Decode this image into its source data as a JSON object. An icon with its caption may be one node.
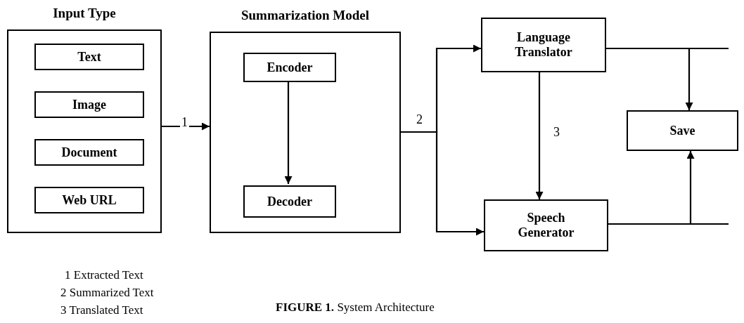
{
  "diagram": {
    "caption": "**FIGURE 1.** System Architecture",
    "nodes": [
      {
        "text": [
          "Input Type"
        ]
      },
      {
        "text": [
          "Text"
        ],
        "in": 0
      },
      {
        "text": [
          "Image"
        ],
        "in": 0
      },
      {
        "text": [
          "Document"
        ],
        "in": 0
      },
      {
        "text": [
          "Web URL"
        ],
        "in": 0
      },
      {
        "text": [
          "Summarization Model"
        ]
      },
      {
        "text": [
          "Encoder"
        ],
        "in": 5
      },
      {
        "text": [
          "Decoder"
        ],
        "in": 5
      },
      {
        "text": [
          "Language Translator"
        ]
      },
      {
        "text": [
          "Speech Generator"
        ]
      },
      {
        "text": [
          "Save"
        ]
      }
    ],
    "edges": [
      {
        "from": 0,
        "to": 5,
        "arrow": "to",
        "label": "1"
      },
      {
        "from": 6,
        "to": 7,
        "arrow": "to"
      },
      {
        "from": 5,
        "to": 8,
        "arrow": "to",
        "label": "2"
      },
      {
        "from": 5,
        "to": 9,
        "arrow": "to"
      },
      {
        "from": 8,
        "to": 9,
        "arrow": "to",
        "label": "3"
      },
      {
        "from": 8,
        "to": 10,
        "arrow": "to"
      },
      {
        "from": 8,
        "to": null,
        "arrow": "none"
      },
      {
        "from": 9,
        "to": 10,
        "arrow": "to"
      },
      {
        "from": 9,
        "to": null,
        "arrow": "none"
      }
    ],
    "labels": [
      "1 Extracted Text",
      "2 Summarized Text",
      "3 Translated Text"
    ]
  }
}
